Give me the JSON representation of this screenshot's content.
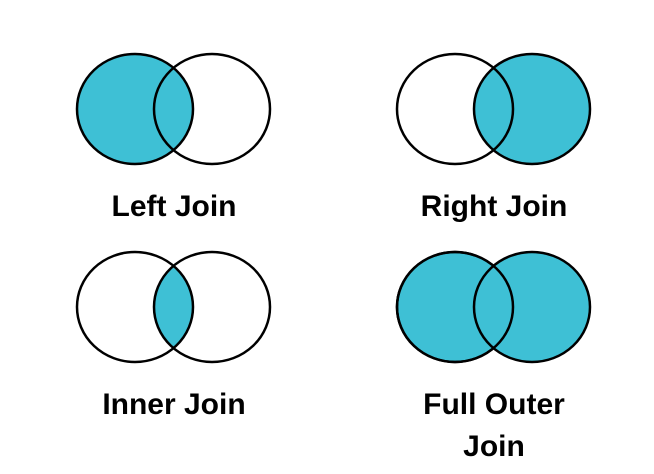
{
  "figure": {
    "background_color": "#ffffff",
    "circle_fill_color": "#3EC0D5",
    "circle_stroke_color": "#000000",
    "cards": [
      {
        "id": "left-join",
        "label": "Left Join",
        "shading": "left"
      },
      {
        "id": "right-join",
        "label": "Right Join",
        "shading": "right"
      },
      {
        "id": "inner-join",
        "label": "Inner Join",
        "shading": "intersection"
      },
      {
        "id": "full-outer-join",
        "label": "Full Outer Join",
        "shading": "both"
      }
    ]
  }
}
